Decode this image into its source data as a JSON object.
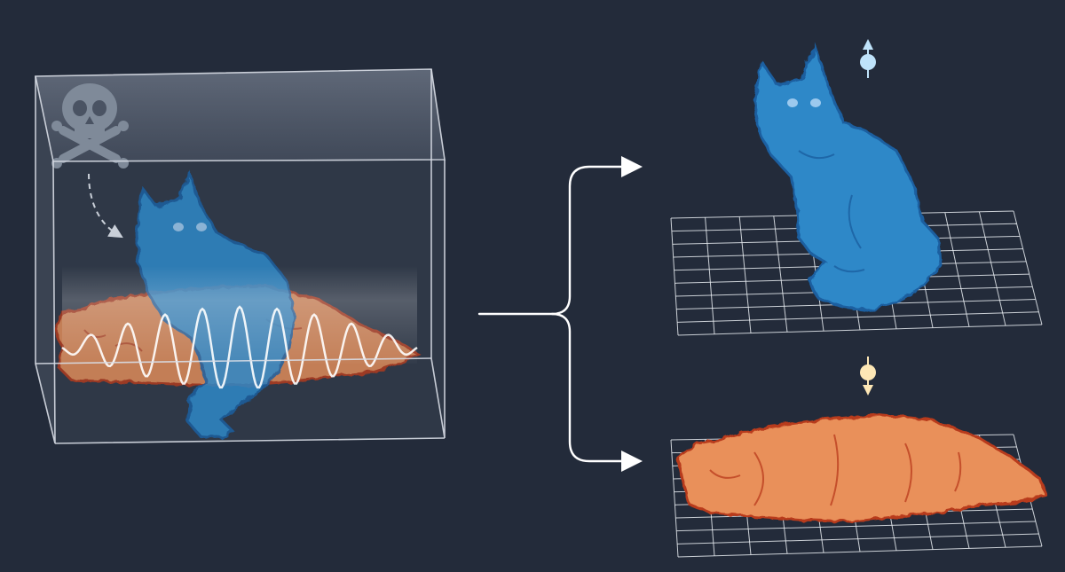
{
  "colors": {
    "background": "#232b3a",
    "box_edge": "#d8dde6",
    "arrow": "#ffffff",
    "grid_line": "#e9edf2",
    "cat_awake_fill": "#2e88c8",
    "cat_awake_stroke": "#1a5fa0",
    "cat_asleep_fill": "#e9905a",
    "cat_asleep_stroke": "#b83a1c",
    "skull": "#7f8a99",
    "wave": "#ffffff",
    "spin_up": "#bfe3fa",
    "spin_down": "#fde7b5"
  },
  "icons": {
    "poison": "skull-crossbones-icon",
    "spin_up": "spin-up-arrow-icon",
    "spin_down": "spin-down-arrow-icon"
  },
  "elements": {
    "superposition_box": "superposition-box",
    "measurement_branch": "branch-arrow",
    "outcome_awake": "awake-cat-on-grid",
    "outcome_asleep": "sleeping-cat-on-grid"
  }
}
